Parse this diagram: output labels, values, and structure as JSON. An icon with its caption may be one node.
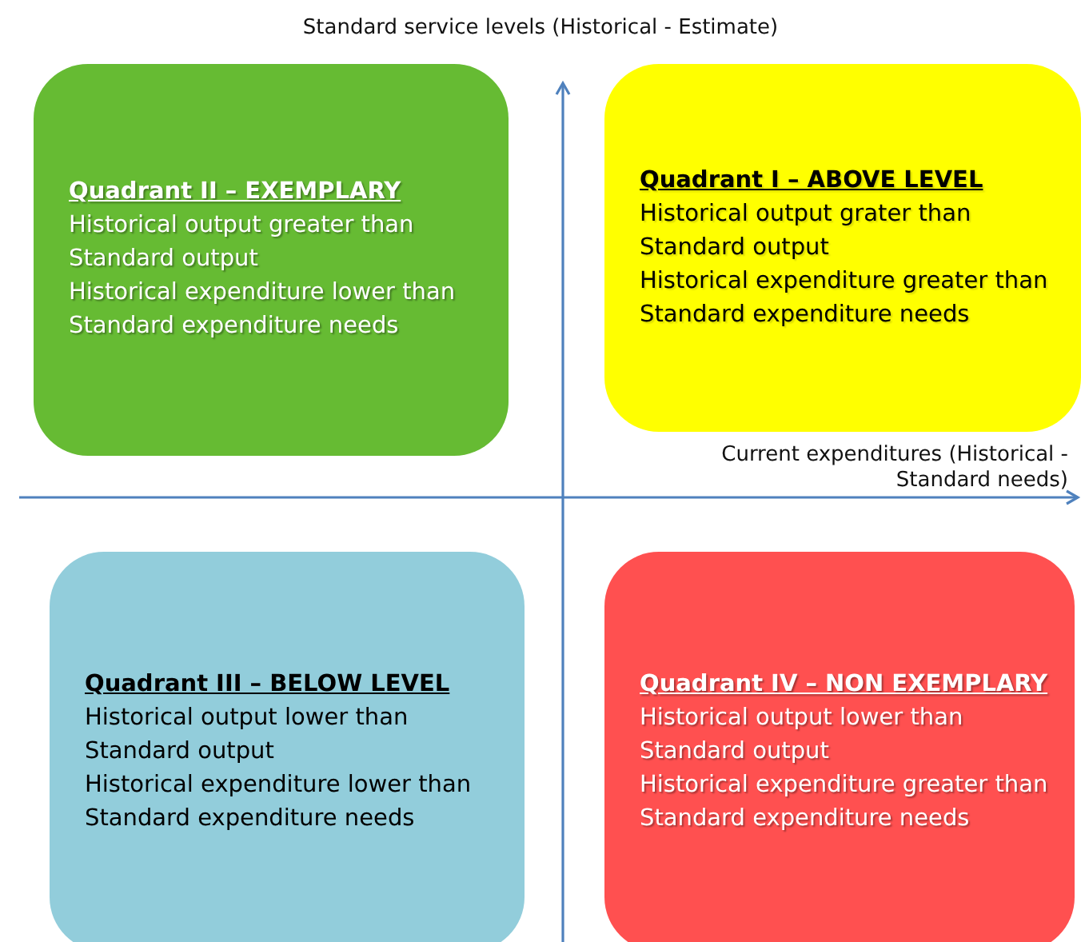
{
  "diagram": {
    "nodes": [
      {
        "text": [
          "Quadrant II – EXEMPLARY",
          "Historical output greater than Standard output",
          "Historical expenditure lower than Standard expenditure needs"
        ]
      },
      {
        "text": [
          "Quadrant I – ABOVE LEVEL",
          "Historical output grater than Standard output",
          "Historical expenditure greater than Standard expenditure needs"
        ]
      },
      {
        "text": [
          "Quadrant III – BELOW LEVEL",
          "Historical output lower than Standard output",
          "Historical expenditure lower than Standard expenditure needs"
        ]
      },
      {
        "text": [
          "Quadrant IV – NON EXEMPLARY",
          "Historical output lower than Standard output",
          "Historical expenditure greater than Standard expenditure needs"
        ]
      }
    ],
    "labels": [
      "Standard service levels (Historical - Estimate)",
      "Current expenditures (Historical - Standard needs)"
    ]
  }
}
